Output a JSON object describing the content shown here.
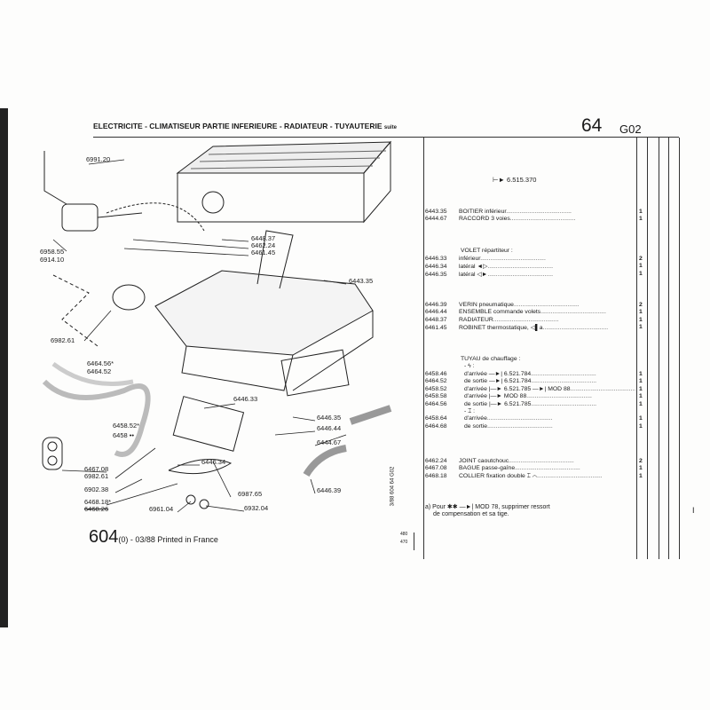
{
  "header": {
    "title": "ELECTRICITE - CLIMATISEUR PARTIE INFERIEURE - RADIATEUR - TUYAUTERIE",
    "suffix": "suite",
    "section": "64",
    "group": "G02"
  },
  "diagram_labels": [
    {
      "text": "6991.20",
      "strike": false
    },
    {
      "text": "6448.37",
      "strike": false
    },
    {
      "text": "6462.24",
      "strike": false
    },
    {
      "text": "6461.45",
      "strike": false
    },
    {
      "text": "6958.55",
      "strike": false
    },
    {
      "text": "6914.10",
      "strike": false
    },
    {
      "text": "6443.35",
      "strike": false
    },
    {
      "text": "6982.61",
      "strike": false
    },
    {
      "text": "6464.56*",
      "strike": false
    },
    {
      "text": "6464.52",
      "strike": false
    },
    {
      "text": "6446.33",
      "strike": false
    },
    {
      "text": "6446.35",
      "strike": false
    },
    {
      "text": "6458.52*",
      "strike": false
    },
    {
      "text": "6458 ••",
      "strike": false
    },
    {
      "text": "6446.44",
      "strike": false
    },
    {
      "text": "6444.67",
      "strike": false
    },
    {
      "text": "6467.08",
      "strike": false
    },
    {
      "text": "6982.61",
      "strike": false
    },
    {
      "text": "6446.34",
      "strike": false
    },
    {
      "text": "6902.38",
      "strike": false
    },
    {
      "text": "6987.65",
      "strike": false
    },
    {
      "text": "6446.39",
      "strike": false
    },
    {
      "text": "6468.18*",
      "strike": false
    },
    {
      "text": "6468.26",
      "strike": true
    },
    {
      "text": "6961.04",
      "strike": false
    },
    {
      "text": "6932.04",
      "strike": false
    }
  ],
  "parts": {
    "applicability": "⊢► 6.515.370",
    "rows": [
      {
        "ref": "6443.35",
        "desc": "BOITIER inférieur",
        "qty": "1"
      },
      {
        "ref": "6444.67",
        "desc": "RACCORD 3 voies",
        "qty": "1"
      },
      {
        "ref": "",
        "desc": "VOLET répartiteur :",
        "qty": ""
      },
      {
        "ref": "6446.33",
        "desc": "inférieur",
        "qty": "2"
      },
      {
        "ref": "6446.34",
        "desc": "latéral ◄▷",
        "qty": "1"
      },
      {
        "ref": "6446.35",
        "desc": "latéral ◁►",
        "qty": "1"
      },
      {
        "ref": "6446.39",
        "desc": "VERIN pneumatique",
        "qty": "2"
      },
      {
        "ref": "6446.44",
        "desc": "ENSEMBLE commande volets",
        "qty": "1"
      },
      {
        "ref": "6448.37",
        "desc": "RADIATEUR",
        "qty": "1"
      },
      {
        "ref": "6461.45",
        "desc": "ROBINET thermostatique, ◁▌a",
        "qty": "1"
      },
      {
        "ref": "",
        "desc": "TUYAU de chauffage :",
        "qty": ""
      },
      {
        "ref": "",
        "desc": "- ϟ :",
        "qty": ""
      },
      {
        "ref": "6458.46",
        "desc": "d'arrivée —►| 6.521.784",
        "qty": "1"
      },
      {
        "ref": "6464.52",
        "desc": "de sortie —►| 6.521.784",
        "qty": "1"
      },
      {
        "ref": "6458.52",
        "desc": "d'arrivée |—► 6.521.785 —►| MOD 88",
        "qty": "1"
      },
      {
        "ref": "6458.58",
        "desc": "d'arrivée |—► MOD 88",
        "qty": "1"
      },
      {
        "ref": "6464.56",
        "desc": "de sortie |—► 6.521.785",
        "qty": "1"
      },
      {
        "ref": "",
        "desc": "- ⌶ :",
        "qty": ""
      },
      {
        "ref": "6458.64",
        "desc": "d'arrivée",
        "qty": "1"
      },
      {
        "ref": "6464.68",
        "desc": "de sortie",
        "qty": "1"
      },
      {
        "ref": "6462.24",
        "desc": "JOINT caoutchouc",
        "qty": "2"
      },
      {
        "ref": "6467.08",
        "desc": "BAGUE passe-gaîne",
        "qty": "1"
      },
      {
        "ref": "6468.18",
        "desc": "COLLIER fixation double ⌶ ⌒",
        "qty": "1"
      }
    ],
    "footnote_1": "a) Pour ✱✱ —►| MOD 78, supprimer ressort",
    "footnote_2": "de compensation et sa tige."
  },
  "footer": {
    "model": "604",
    "variant": "(0) - 03/88 Printed in France",
    "side_code": "3/88  604  64 G02",
    "num_a": "480",
    "num_b": "470",
    "margin_mark": "I"
  }
}
